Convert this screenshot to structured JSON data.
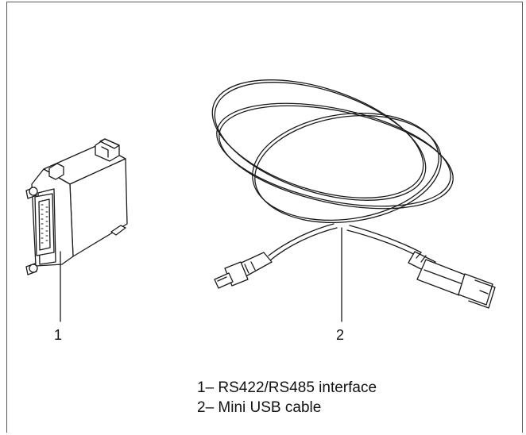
{
  "diagram": {
    "callouts": {
      "item1": "1",
      "item2": "2"
    },
    "legend": [
      {
        "text": "1– RS422/RS485 interface"
      },
      {
        "text": "2– Mini USB cable"
      }
    ],
    "line_color": "#1a1a1a"
  }
}
